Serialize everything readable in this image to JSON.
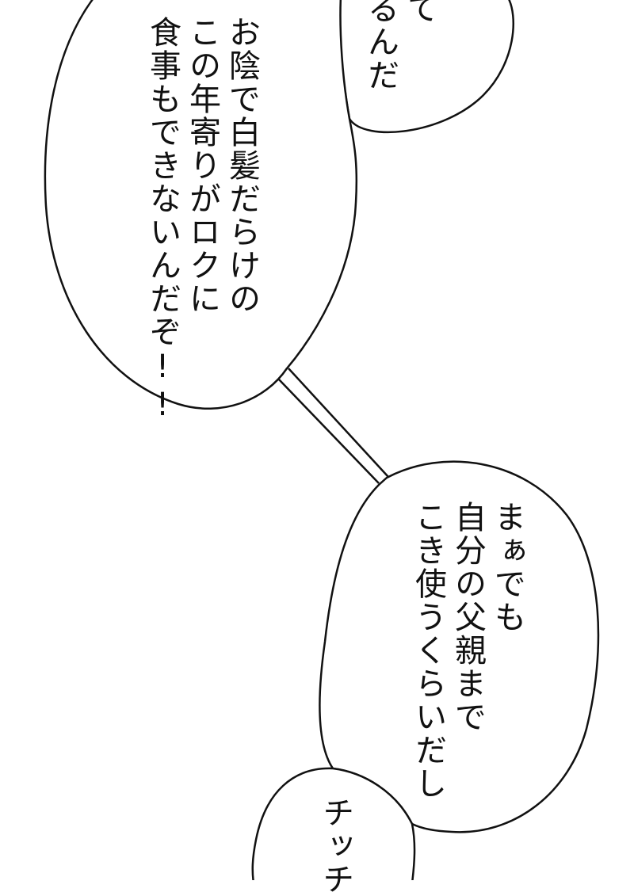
{
  "bubbles": {
    "top_partial": {
      "lines": [
        "て",
        "るんだ"
      ]
    },
    "main": {
      "lines": [
        "お陰で白髪だらけの",
        "この年寄りがロクに",
        "食事もできないんだぞ!!"
      ]
    },
    "bottom": {
      "lines": [
        "まぁでも",
        "自分の父親まで",
        "こき使うくらいだし"
      ]
    },
    "cut_off": {
      "lines": [
        "チッチ"
      ]
    }
  },
  "colors": {
    "background": "#ffffff",
    "outline": "#111111",
    "text": "#111111"
  }
}
